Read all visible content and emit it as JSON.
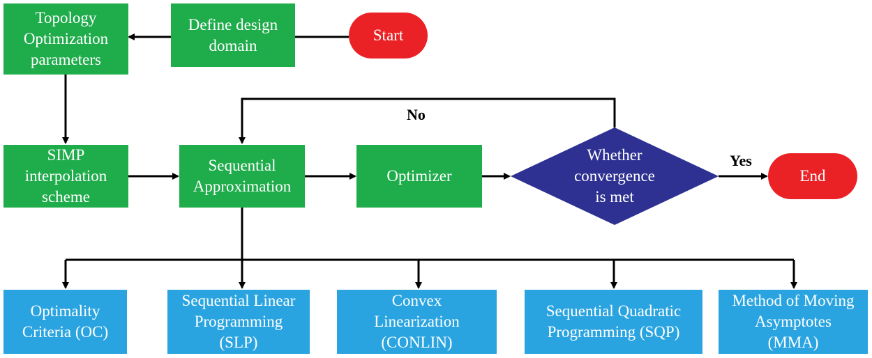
{
  "nodes": {
    "topology": "Topology\nOptimization\nparameters",
    "define": "Define design\ndomain",
    "start": "Start",
    "simp": "SIMP\ninterpolation\nscheme",
    "sequential": "Sequential\nApproximation",
    "optimizer": "Optimizer",
    "convergence": "Whether\nconvergence\nis met",
    "end": "End",
    "oc": "Optimality\nCriteria (OC)",
    "slp": "Sequential Linear\nProgramming\n(SLP)",
    "conlin": "Convex\nLinearization\n(CONLIN)",
    "sqp": "Sequential Quadratic\nProgramming (SQP)",
    "mma": "Method of Moving\nAsymptotes\n(MMA)"
  },
  "edge_labels": {
    "no": "No",
    "yes": "Yes"
  },
  "colors": {
    "process_green": "#1fac4b",
    "method_blue": "#2aa4e0",
    "terminal_red": "#ea2226",
    "decision_navy": "#2e3192"
  }
}
